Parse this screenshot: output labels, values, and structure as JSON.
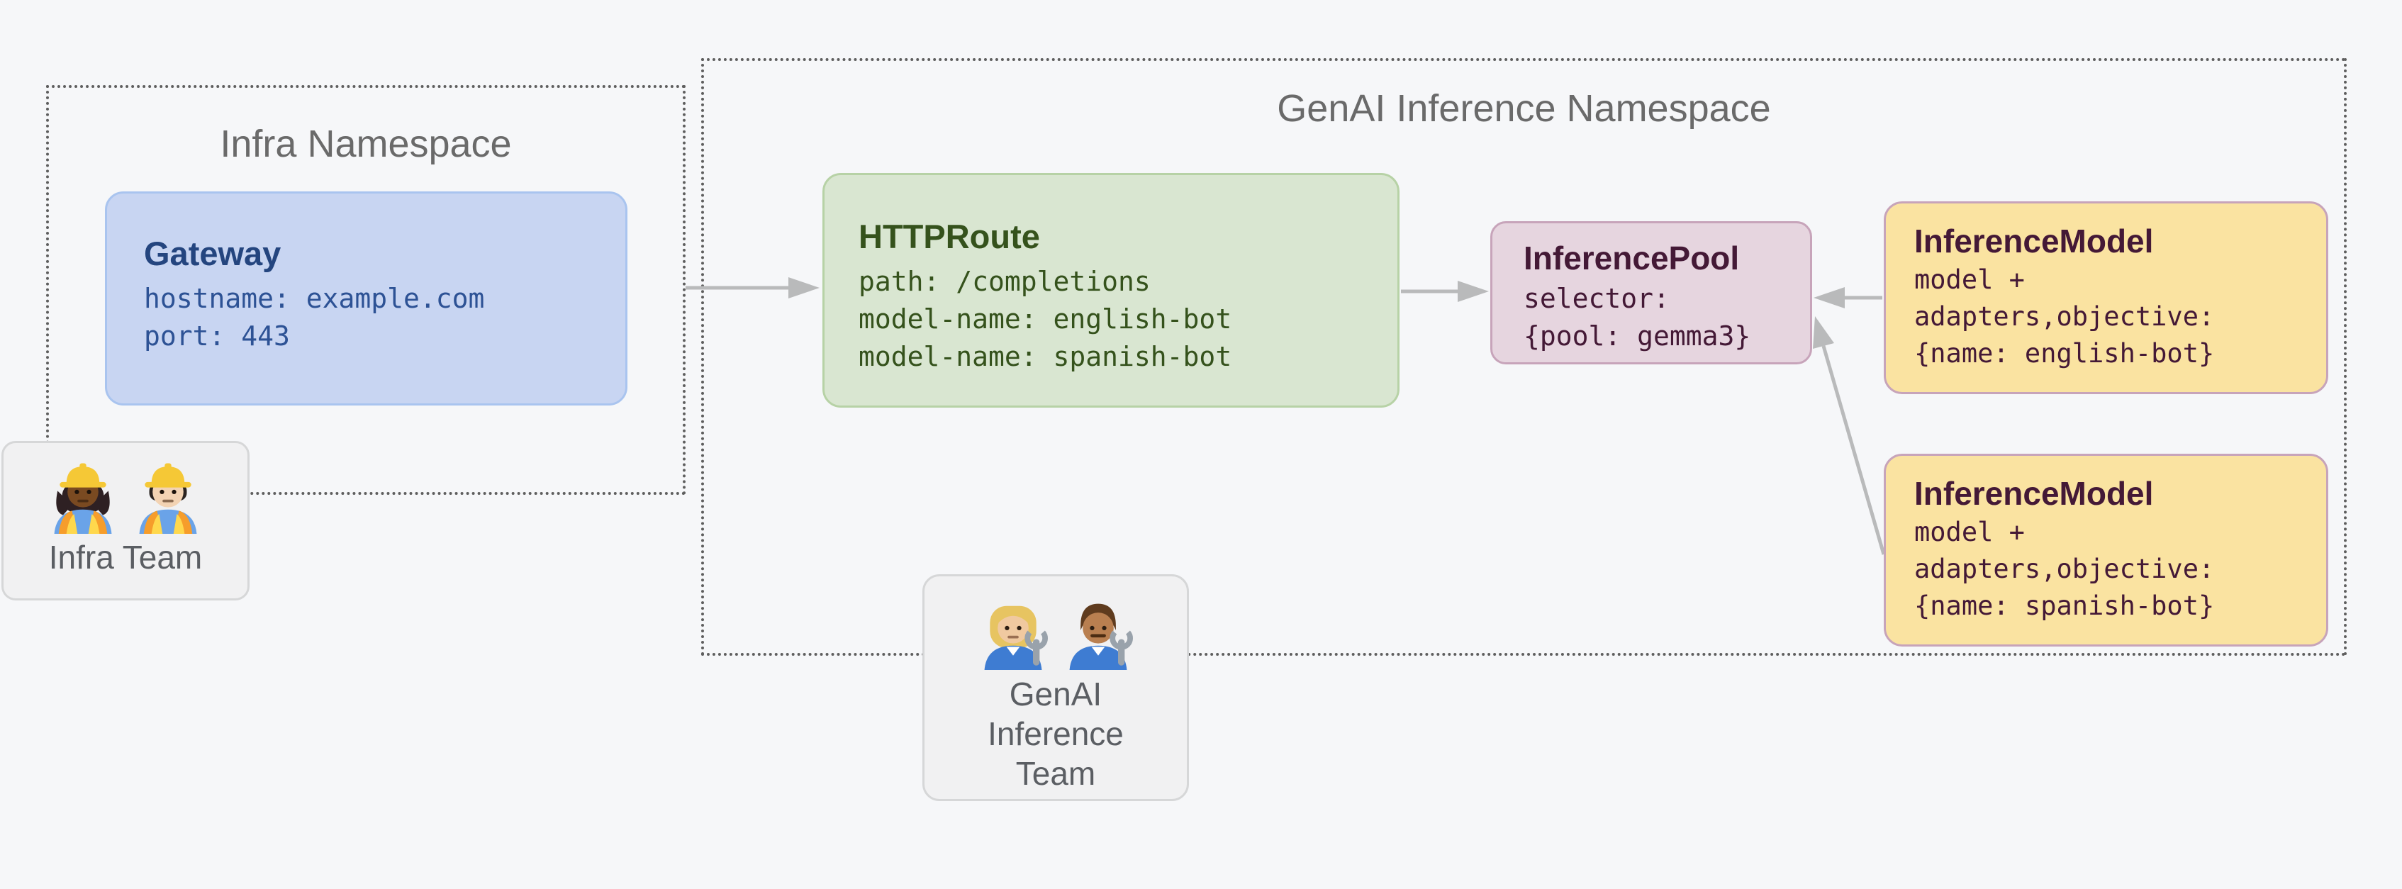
{
  "palette": {
    "background": "#f6f7f9",
    "namespace_border": "#5f5f5f",
    "namespace_title": "#6a6a6a",
    "gateway_fill": "#c8d5f2",
    "gateway_border": "#a9c4ef",
    "gateway_title": "#24457f",
    "gateway_text": "#2d5295",
    "httproute_fill": "#d9e6d1",
    "httproute_border": "#b7d2a6",
    "httproute_text": "#35521c",
    "pool_fill": "#e6d5df",
    "pool_border": "#c7a4ba",
    "pool_text": "#441936",
    "model_fill": "#fae3a1",
    "model_border": "#c7a4ba",
    "model_text": "#441936",
    "team_fill": "#f1f1f2",
    "team_border": "#d6d7d8",
    "team_text": "#5b5e63",
    "arrow": "#b9babb"
  },
  "namespaces": {
    "infra": {
      "title": "Infra Namespace"
    },
    "genai": {
      "title": "GenAI Inference Namespace"
    }
  },
  "nodes": {
    "gateway": {
      "title": "Gateway",
      "lines": [
        "hostname: example.com",
        "port: 443"
      ]
    },
    "httproute": {
      "title": "HTTPRoute",
      "lines": [
        "path: /completions",
        "model-name: english-bot",
        "model-name: spanish-bot"
      ]
    },
    "inference_pool": {
      "title": "InferencePool",
      "lines": [
        "selector:",
        "{pool: gemma3}"
      ]
    },
    "inference_model_english": {
      "title": "InferenceModel",
      "lines": [
        "model +",
        "adapters,objective:",
        "{name: english-bot}"
      ]
    },
    "inference_model_spanish": {
      "title": "InferenceModel",
      "lines": [
        "model +",
        "adapters,objective:",
        "{name: spanish-bot}"
      ]
    }
  },
  "teams": {
    "infra": {
      "label": "Infra Team",
      "members": [
        "woman-construction-worker",
        "man-construction-worker"
      ]
    },
    "genai": {
      "label": "GenAI Inference Team",
      "members": [
        "woman-mechanic",
        "man-mechanic"
      ]
    }
  }
}
